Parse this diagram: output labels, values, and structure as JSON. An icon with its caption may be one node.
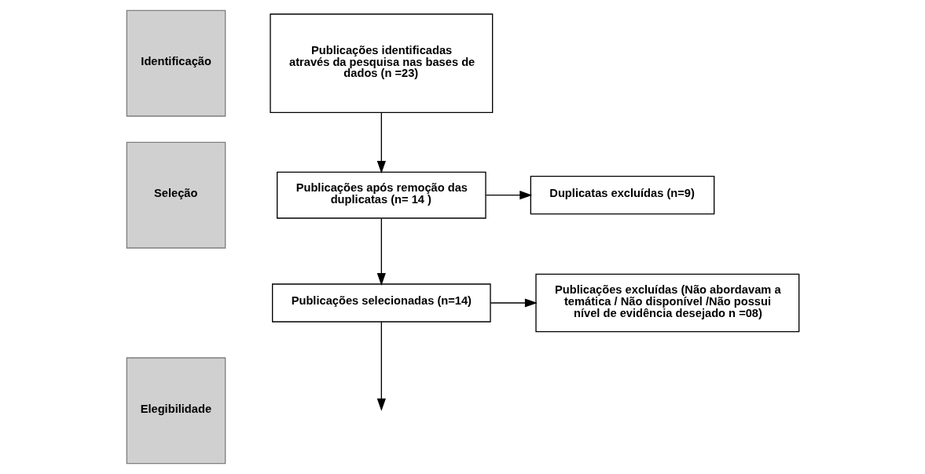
{
  "diagram": {
    "nodes": [
      {
        "text": [
          "Identificação"
        ]
      },
      {
        "text": [
          "Publicações identificadas através da pesquisa nas bases de dados (n =23)"
        ]
      },
      {
        "text": [
          "Seleção"
        ]
      },
      {
        "text": [
          "Publicações após remoção das duplicatas (n= 14 )"
        ]
      },
      {
        "text": [
          "Duplicatas excluídas (n=9)"
        ]
      },
      {
        "text": [
          "Publicações selecionadas (n=14)"
        ]
      },
      {
        "text": [
          "Publicações excluídas (Não abordavam a temática / Não disponível /Não possui nível de evidência desejado n =08)"
        ]
      },
      {
        "text": [
          "Elegibilidade"
        ]
      }
    ],
    "edges": [
      {
        "from": 1,
        "to": 3,
        "arrow": "to"
      },
      {
        "from": 3,
        "to": 4,
        "arrow": "to"
      },
      {
        "from": 3,
        "to": 5,
        "arrow": "to"
      },
      {
        "from": 5,
        "to": 6,
        "arrow": "to"
      },
      {
        "from": 5,
        "to": null,
        "arrow": "to"
      }
    ]
  }
}
